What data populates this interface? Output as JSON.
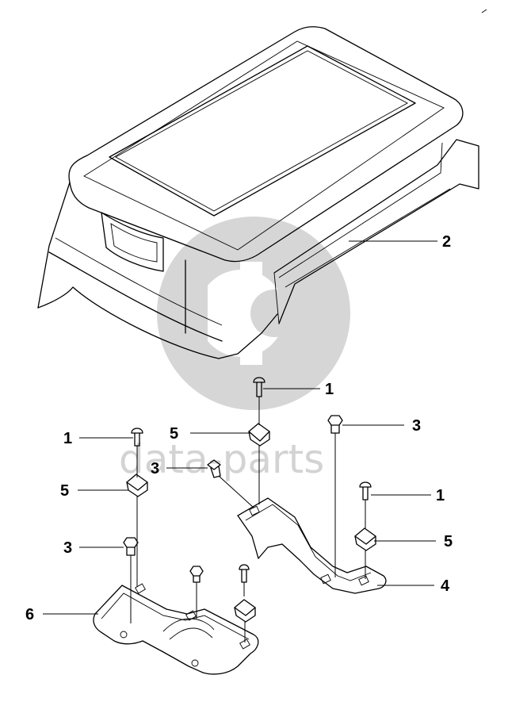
{
  "watermark": {
    "text": "data-parts",
    "color": "#d3d3d3"
  },
  "callouts": {
    "seat_cover": "2",
    "bolt_top": "1",
    "bolt_left": "1",
    "bolt_right": "1",
    "nut_top": "5",
    "nut_left": "5",
    "nut_right": "5",
    "screw_right_top": "3",
    "screw_center": "3",
    "screw_left": "3",
    "bracket_right": "4",
    "bracket_left": "6"
  }
}
